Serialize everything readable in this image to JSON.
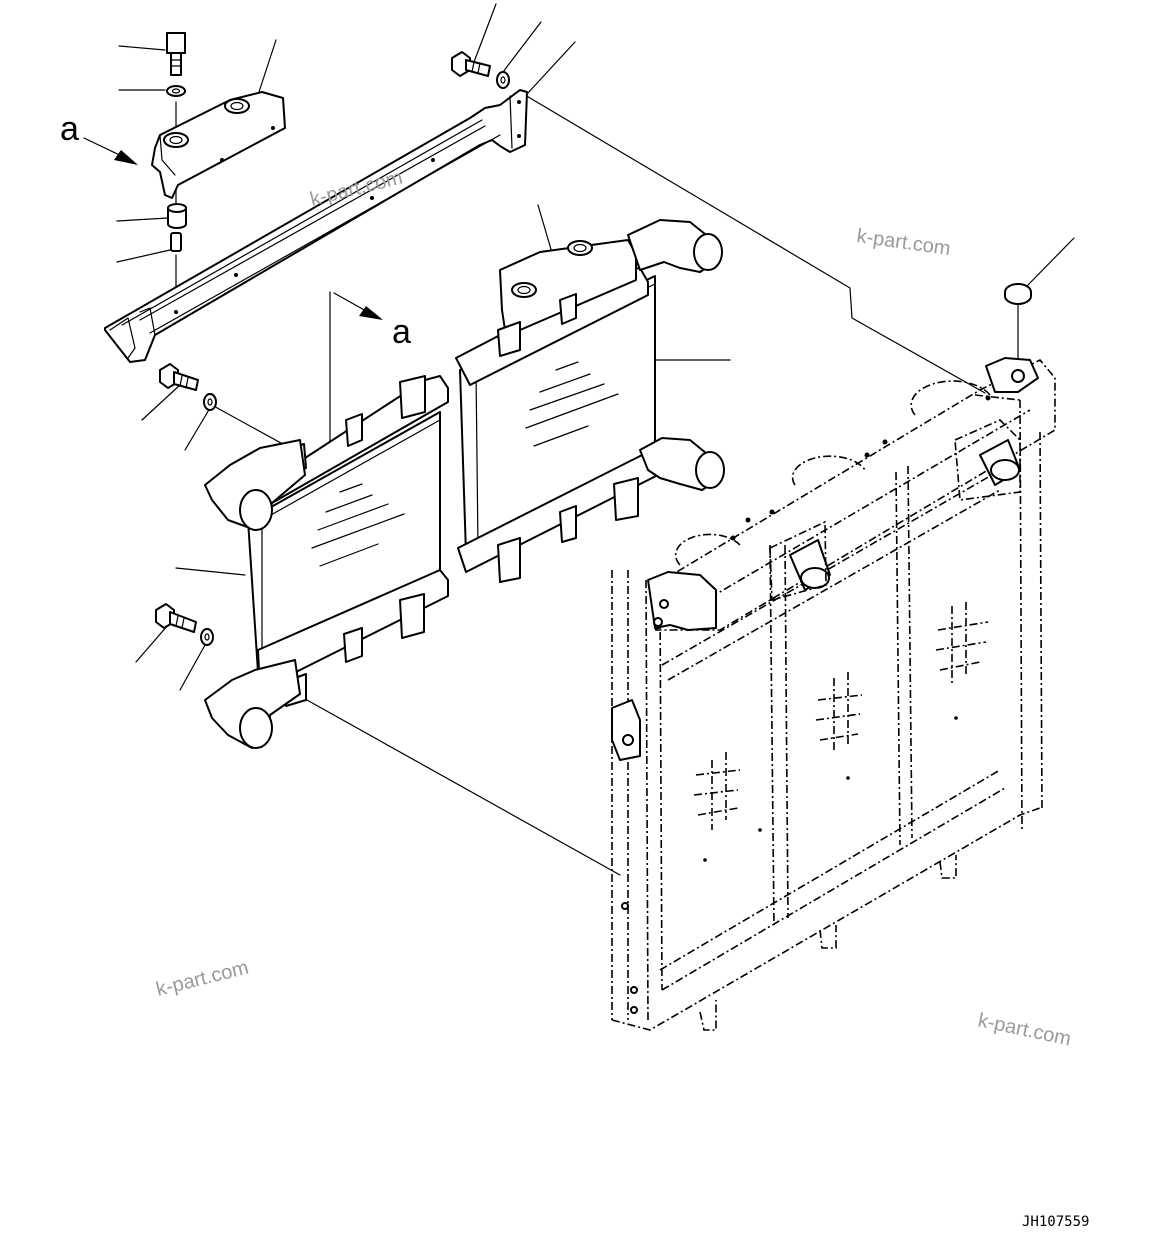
{
  "figure": {
    "view_labels": [
      "a",
      "a"
    ],
    "watermarks": [
      "k-part.com",
      "k-part.com",
      "k-part.com",
      "k-part.com"
    ],
    "drawing_code": "JH107559"
  },
  "parts": [
    "bolt-top",
    "washer-top",
    "upper-bracket",
    "spacer-collar",
    "dowel-pin",
    "upper-beam",
    "bolt-upper-right",
    "washer-upper-right",
    "beam-end-plate",
    "aftercooler-left",
    "aftercooler-right",
    "bolt-mid",
    "washer-mid",
    "bolt-low",
    "washer-low",
    "cap",
    "radiator-assembly"
  ]
}
